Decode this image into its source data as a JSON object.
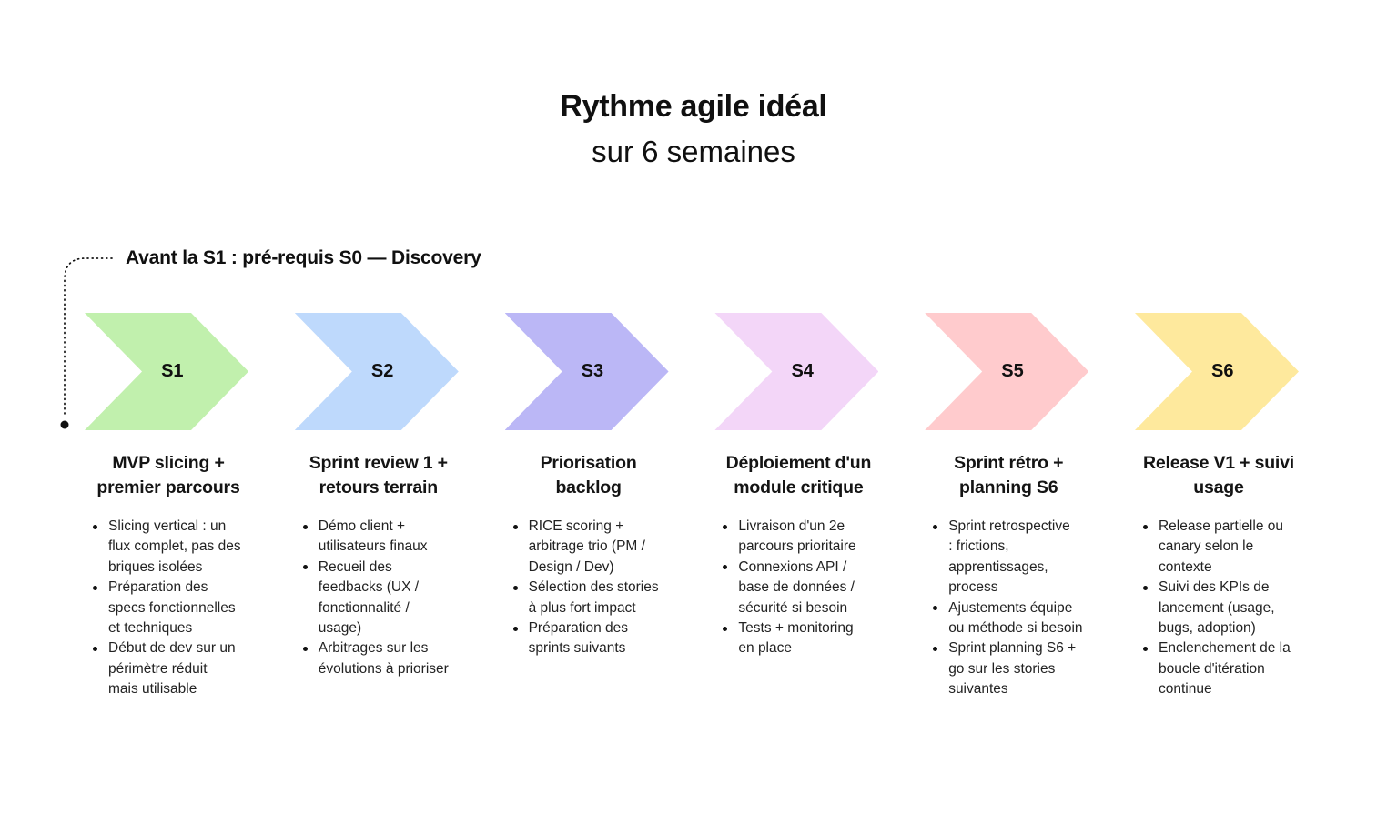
{
  "page": {
    "background": "#ffffff"
  },
  "title": {
    "line1": "Rythme agile idéal",
    "line2": "sur 6 semaines"
  },
  "annotation": {
    "label": "Avant la S1 : pré-requis S0 — Discovery",
    "connector_color": "#111111"
  },
  "steps": [
    {
      "label": "S1",
      "color": "#c1f0ad",
      "title": "MVP slicing +\npremier parcours",
      "bullets": [
        "Slicing vertical : un\nflux complet, pas des\nbriques isolées",
        "Préparation des\nspecs fonctionnelles\net techniques",
        "Début de dev sur un\npérimètre réduit\nmais utilisable"
      ]
    },
    {
      "label": "S2",
      "color": "#bed9fc",
      "title": "Sprint review 1 +\nretours terrain",
      "bullets": [
        "Démo client +\nutilisateurs finaux",
        "Recueil des\nfeedbacks (UX /\nfonctionnalité /\nusage)",
        "Arbitrages sur les\névolutions à prioriser"
      ]
    },
    {
      "label": "S3",
      "color": "#bbb7f6",
      "title": "Priorisation\nbacklog",
      "bullets": [
        "RICE scoring +\narbitrage trio (PM /\nDesign / Dev)",
        "Sélection des stories\nà plus fort impact",
        "Préparation des\nsprints suivants"
      ]
    },
    {
      "label": "S4",
      "color": "#f3d6f8",
      "title": "Déploiement d'un\nmodule critique",
      "bullets": [
        "Livraison d'un 2e\nparcours prioritaire",
        "Connexions API /\nbase de données /\nsécurité si besoin",
        "Tests + monitoring\nen place"
      ]
    },
    {
      "label": "S5",
      "color": "#ffcbcd",
      "title": "Sprint rétro +\nplanning S6",
      "bullets": [
        "Sprint retrospective\n: frictions,\napprentissages,\nprocess",
        "Ajustements équipe\nou méthode si besoin",
        "Sprint planning S6 +\ngo sur les stories\nsuivantes"
      ]
    },
    {
      "label": "S6",
      "color": "#fee99d",
      "title": "Release V1 + suivi\nusage",
      "bullets": [
        "Release partielle ou\ncanary selon le\ncontexte",
        "Suivi des KPIs de\nlancement (usage,\nbugs, adoption)",
        "Enclenchement de la\nboucle d'itération\ncontinue"
      ]
    }
  ]
}
